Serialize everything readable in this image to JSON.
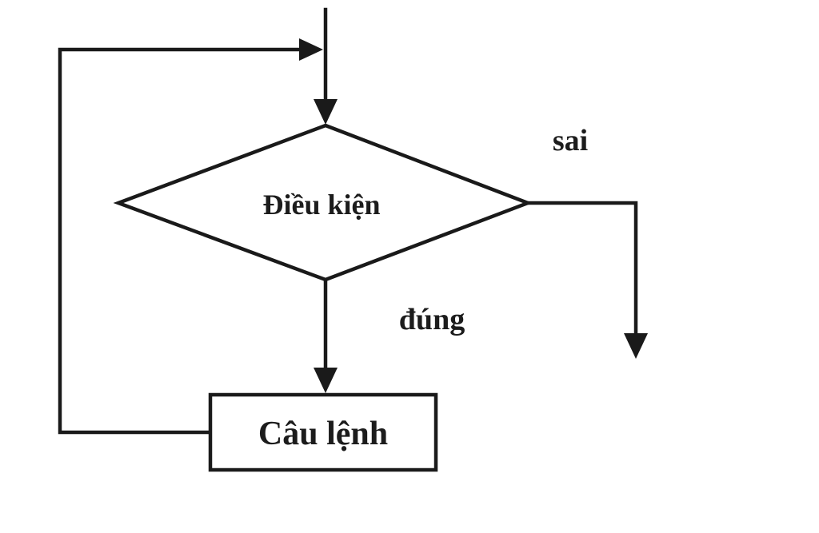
{
  "diagram": {
    "type": "flowchart",
    "description": "While-loop control flow diagram (Vietnamese)",
    "colors": {
      "background": "#ffffff",
      "line": "#1a1a1a",
      "text": "#1c1c1c"
    },
    "nodes": {
      "condition": {
        "shape": "diamond",
        "label": "Điều kiện"
      },
      "statement": {
        "shape": "rectangle",
        "label": "Câu lệnh"
      }
    },
    "branches": {
      "false_label": "sai",
      "true_label": "đúng"
    },
    "edges": [
      {
        "from": "entry",
        "to": "condition",
        "label": ""
      },
      {
        "from": "condition",
        "to": "exit-right",
        "label": "sai"
      },
      {
        "from": "condition",
        "to": "statement",
        "label": "đúng"
      },
      {
        "from": "statement",
        "to": "condition",
        "label": "loop-back"
      }
    ]
  }
}
